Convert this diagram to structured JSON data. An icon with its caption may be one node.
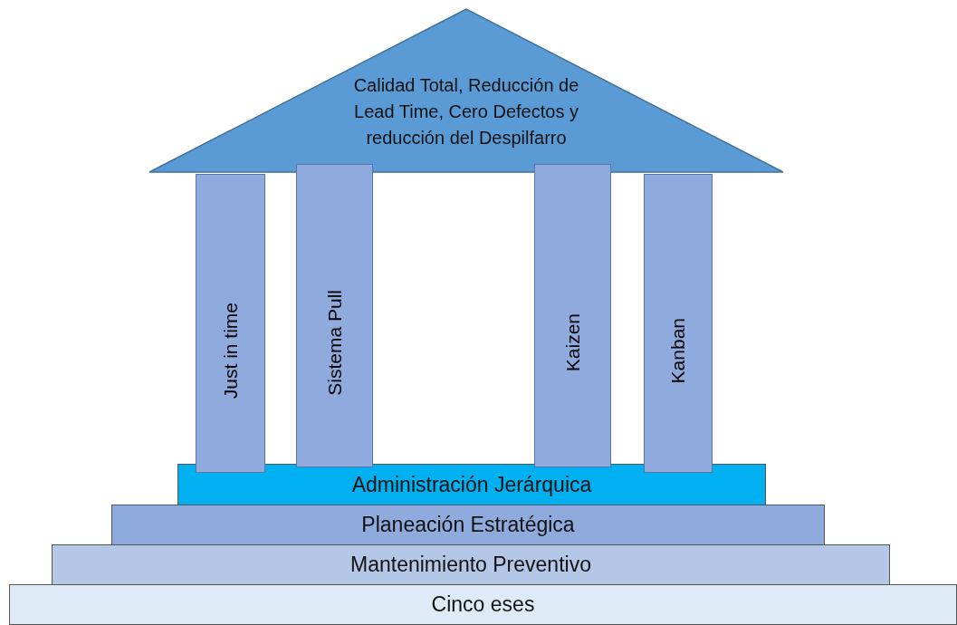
{
  "diagram": {
    "nodes": [
      {
        "text": [
          "Calidad Total, Reducción de Lead Time, Cero Defectos y  reducción del Despilfarro"
        ]
      },
      {
        "text": [
          "Just in time"
        ]
      },
      {
        "text": [
          "Sistema Pull"
        ]
      },
      {
        "text": [
          "Kaizen"
        ]
      },
      {
        "text": [
          "Kanban"
        ]
      },
      {
        "text": [
          "Administración Jerárquica"
        ]
      },
      {
        "text": [
          "Planeación Estratégica"
        ]
      },
      {
        "text": [
          "Mantenimiento Preventivo"
        ]
      },
      {
        "text": [
          "Cinco eses"
        ]
      }
    ]
  }
}
